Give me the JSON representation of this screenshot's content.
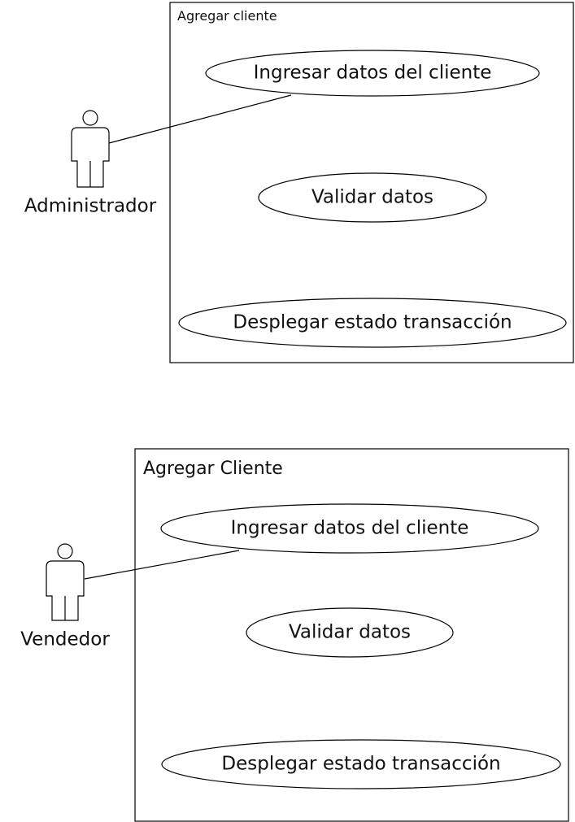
{
  "diagram": {
    "stroke_color": "#000000",
    "text_color": "#111111",
    "background": "#ffffff",
    "top_section": {
      "boundary_title": "Agregar cliente",
      "actor_name": "Administrador",
      "use_cases": [
        "Ingresar datos del cliente",
        "Validar datos",
        "Desplegar estado transacción"
      ]
    },
    "bottom_section": {
      "boundary_title": "Agregar Cliente",
      "actor_name": "Vendedor",
      "use_cases": [
        "Ingresar datos del cliente",
        "Validar datos",
        "Desplegar estado transacción"
      ]
    }
  }
}
